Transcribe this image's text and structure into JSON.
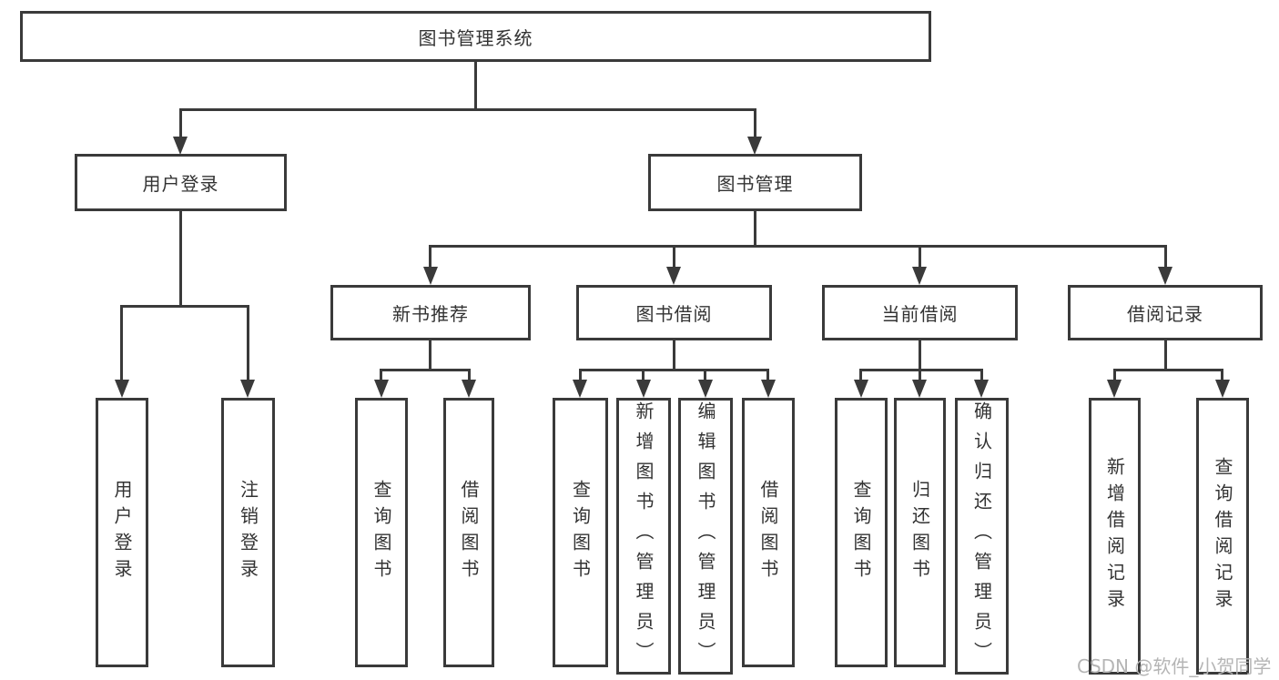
{
  "diagram_type": "hierarchy-tree",
  "tree": {
    "root": "图书管理系统",
    "user": {
      "label": "用户登录",
      "children": [
        "用户登录",
        "注销登录"
      ]
    },
    "mgmt": {
      "label": "图书管理",
      "groups": [
        {
          "label": "新书推荐",
          "children": [
            "查询图书",
            "借阅图书"
          ]
        },
        {
          "label": "图书借阅",
          "children": [
            "查询图书",
            "新增图书（管理员）",
            "编辑图书（管理员）",
            "借阅图书"
          ]
        },
        {
          "label": "当前借阅",
          "children": [
            "查询图书",
            "归还图书",
            "确认归还（管理员）"
          ]
        },
        {
          "label": "借阅记录",
          "children": [
            "新增借阅记录",
            "查询借阅记录"
          ]
        }
      ]
    }
  },
  "watermark": "CSDN @软件_小贺同学",
  "colors": {
    "line": "#3a3a3a",
    "text": "#333333",
    "box_bg": "#ffffff",
    "watermark": "#b5b5b5"
  }
}
